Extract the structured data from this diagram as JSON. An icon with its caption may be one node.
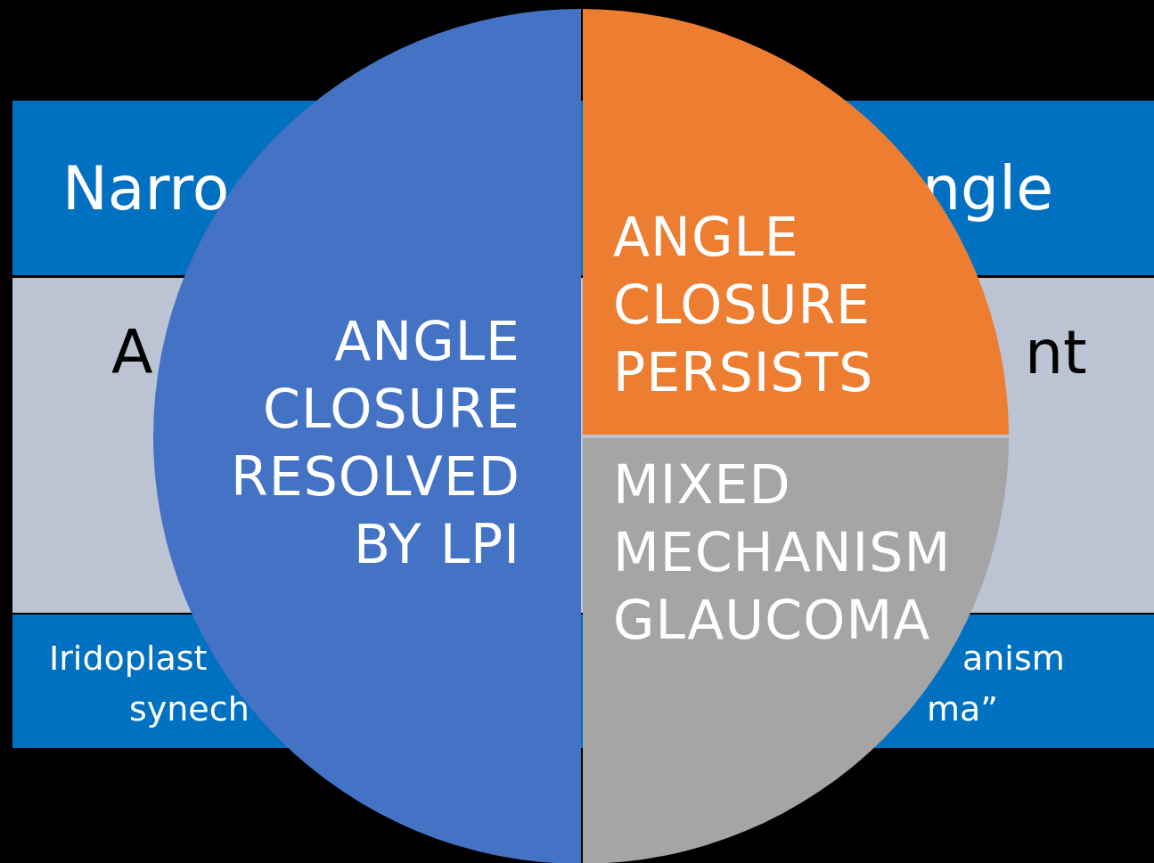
{
  "diagram": {
    "nodes": [
      {
        "text": [
          "ANGLE CLOSURE RESOLVED BY LPI"
        ]
      },
      {
        "text": [
          "ANGLE CLOSURE PERSISTS"
        ]
      },
      {
        "text": [
          "MIXED MECHANISM GLAUCOMA"
        ]
      }
    ],
    "labels": [
      "Narro",
      "ngle",
      "A",
      "nt",
      "Iridoplast",
      "synech",
      "anism",
      "ma”"
    ]
  }
}
